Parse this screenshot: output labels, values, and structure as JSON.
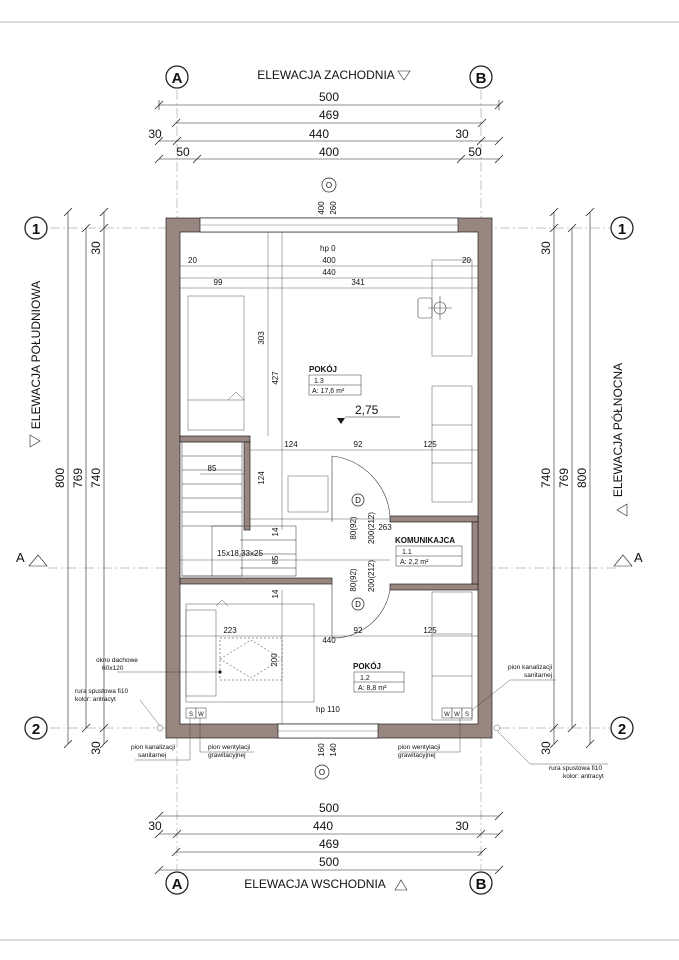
{
  "elevations": {
    "top": "ELEWACJA ZACHODNIA",
    "bottom": "ELEWACJA WSCHODNIA",
    "left": "ELEWACJA POŁUDNIOWA",
    "right": "ELEWACJA PÓŁNOCNA"
  },
  "axes": {
    "a": "A",
    "b": "B",
    "one": "1",
    "two": "2",
    "section": "A"
  },
  "top_dims": {
    "d500": "500",
    "d469": "469",
    "d440": "440",
    "d30a": "30",
    "d30b": "30",
    "d50a": "50",
    "d400": "400",
    "d50b": "50"
  },
  "bottom_dims": {
    "d500a": "500",
    "d440": "440",
    "d30a": "30",
    "d30b": "30",
    "d469": "469",
    "d500b": "500"
  },
  "left_dims": {
    "d800": "800",
    "d769": "769",
    "d740": "740",
    "d30a": "30",
    "d30b": "30"
  },
  "right_dims": {
    "d800": "800",
    "d769": "769",
    "d740": "740",
    "d30a": "30",
    "d30b": "30"
  },
  "interior_dims": {
    "d400": "400",
    "d20a": "20",
    "d20b": "20",
    "d440": "440",
    "d99": "99",
    "d341": "341",
    "d303": "303",
    "d427": "427",
    "d124a": "124",
    "d92a": "92",
    "d125a": "125",
    "d85a": "85",
    "d124b": "124",
    "d263": "263",
    "d14a": "14",
    "d85b": "85",
    "d14b": "14",
    "d223": "223",
    "d440b": "440",
    "d92b": "92",
    "d125b": "125",
    "d200": "200",
    "stairs": "15x18,33x25",
    "win_top_a": "400",
    "win_top_b": "260",
    "win_bot_a": "160",
    "win_bot_b": "140",
    "door_a1": "80(92)",
    "door_a2": "200(212)",
    "door_b1": "80(92)",
    "door_b2": "200(212)"
  },
  "levels": {
    "hp0": "hp 0",
    "hp110": "hp 110",
    "height": "2,75"
  },
  "markers": {
    "o_top": "O",
    "o_bottom": "O",
    "d1": "D",
    "d2": "D"
  },
  "rooms": [
    {
      "name": "POKÓJ",
      "num": "1.3",
      "area": "A: 17,6 m²"
    },
    {
      "name": "KOMUNIKAJCA",
      "num": "1.1",
      "area": "A: 2,2 m²"
    },
    {
      "name": "POKÓJ",
      "num": "1.2",
      "area": "A: 8,8 m²"
    }
  ],
  "notes": {
    "okno1": "okno dachowe",
    "okno2": "60x120",
    "rura_l1": "rura spustowa fi10",
    "rura_l2": "kolor: antracyt",
    "pionk_l1": "pion kanalizacji",
    "pionk_l2": "sanitarnej",
    "pionw_l1": "pion wentylacji",
    "pionw_l2": "grawitacyjnej",
    "pionw_r1": "pion wentylacji",
    "pionw_r2": "grawitacyjnej",
    "pionk_r1": "pion kanalizacji",
    "pionk_r2": "sanitarnej",
    "rura_r1": "rura spustowa fi10",
    "rura_r2": "kolor: antracyt"
  },
  "riser_tags": {
    "s1": "S",
    "w1": "W",
    "w2": "W",
    "w3": "W",
    "s2": "S"
  }
}
